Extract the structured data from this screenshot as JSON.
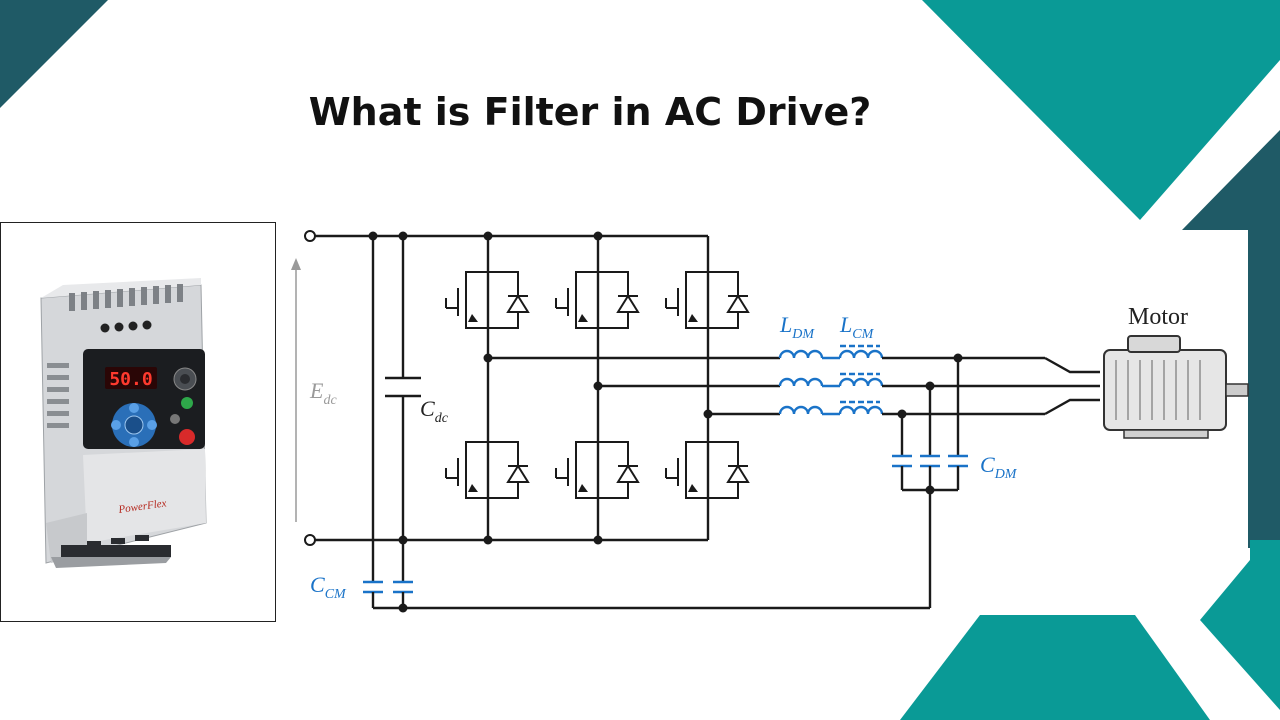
{
  "page": {
    "title": "What is Filter in AC Drive?",
    "colors": {
      "teal": "#0a9a96",
      "dark_teal": "#1f5a66",
      "circuit": "#1a1a1a",
      "filter_blue": "#1a73c8"
    }
  },
  "product": {
    "display": "50.0",
    "brand": "PowerFlex",
    "icons": [
      "drive-keypad-icon",
      "dial-icon"
    ]
  },
  "diagram": {
    "source_voltage": {
      "main": "E",
      "sub": "dc"
    },
    "dc_capacitor": {
      "main": "C",
      "sub": "dc"
    },
    "dm_inductor": {
      "main": "L",
      "sub": "DM"
    },
    "cm_inductor": {
      "main": "L",
      "sub": "CM"
    },
    "dm_capacitor": {
      "main": "C",
      "sub": "DM"
    },
    "cm_capacitor": {
      "main": "C",
      "sub": "CM"
    },
    "motor": "Motor"
  }
}
